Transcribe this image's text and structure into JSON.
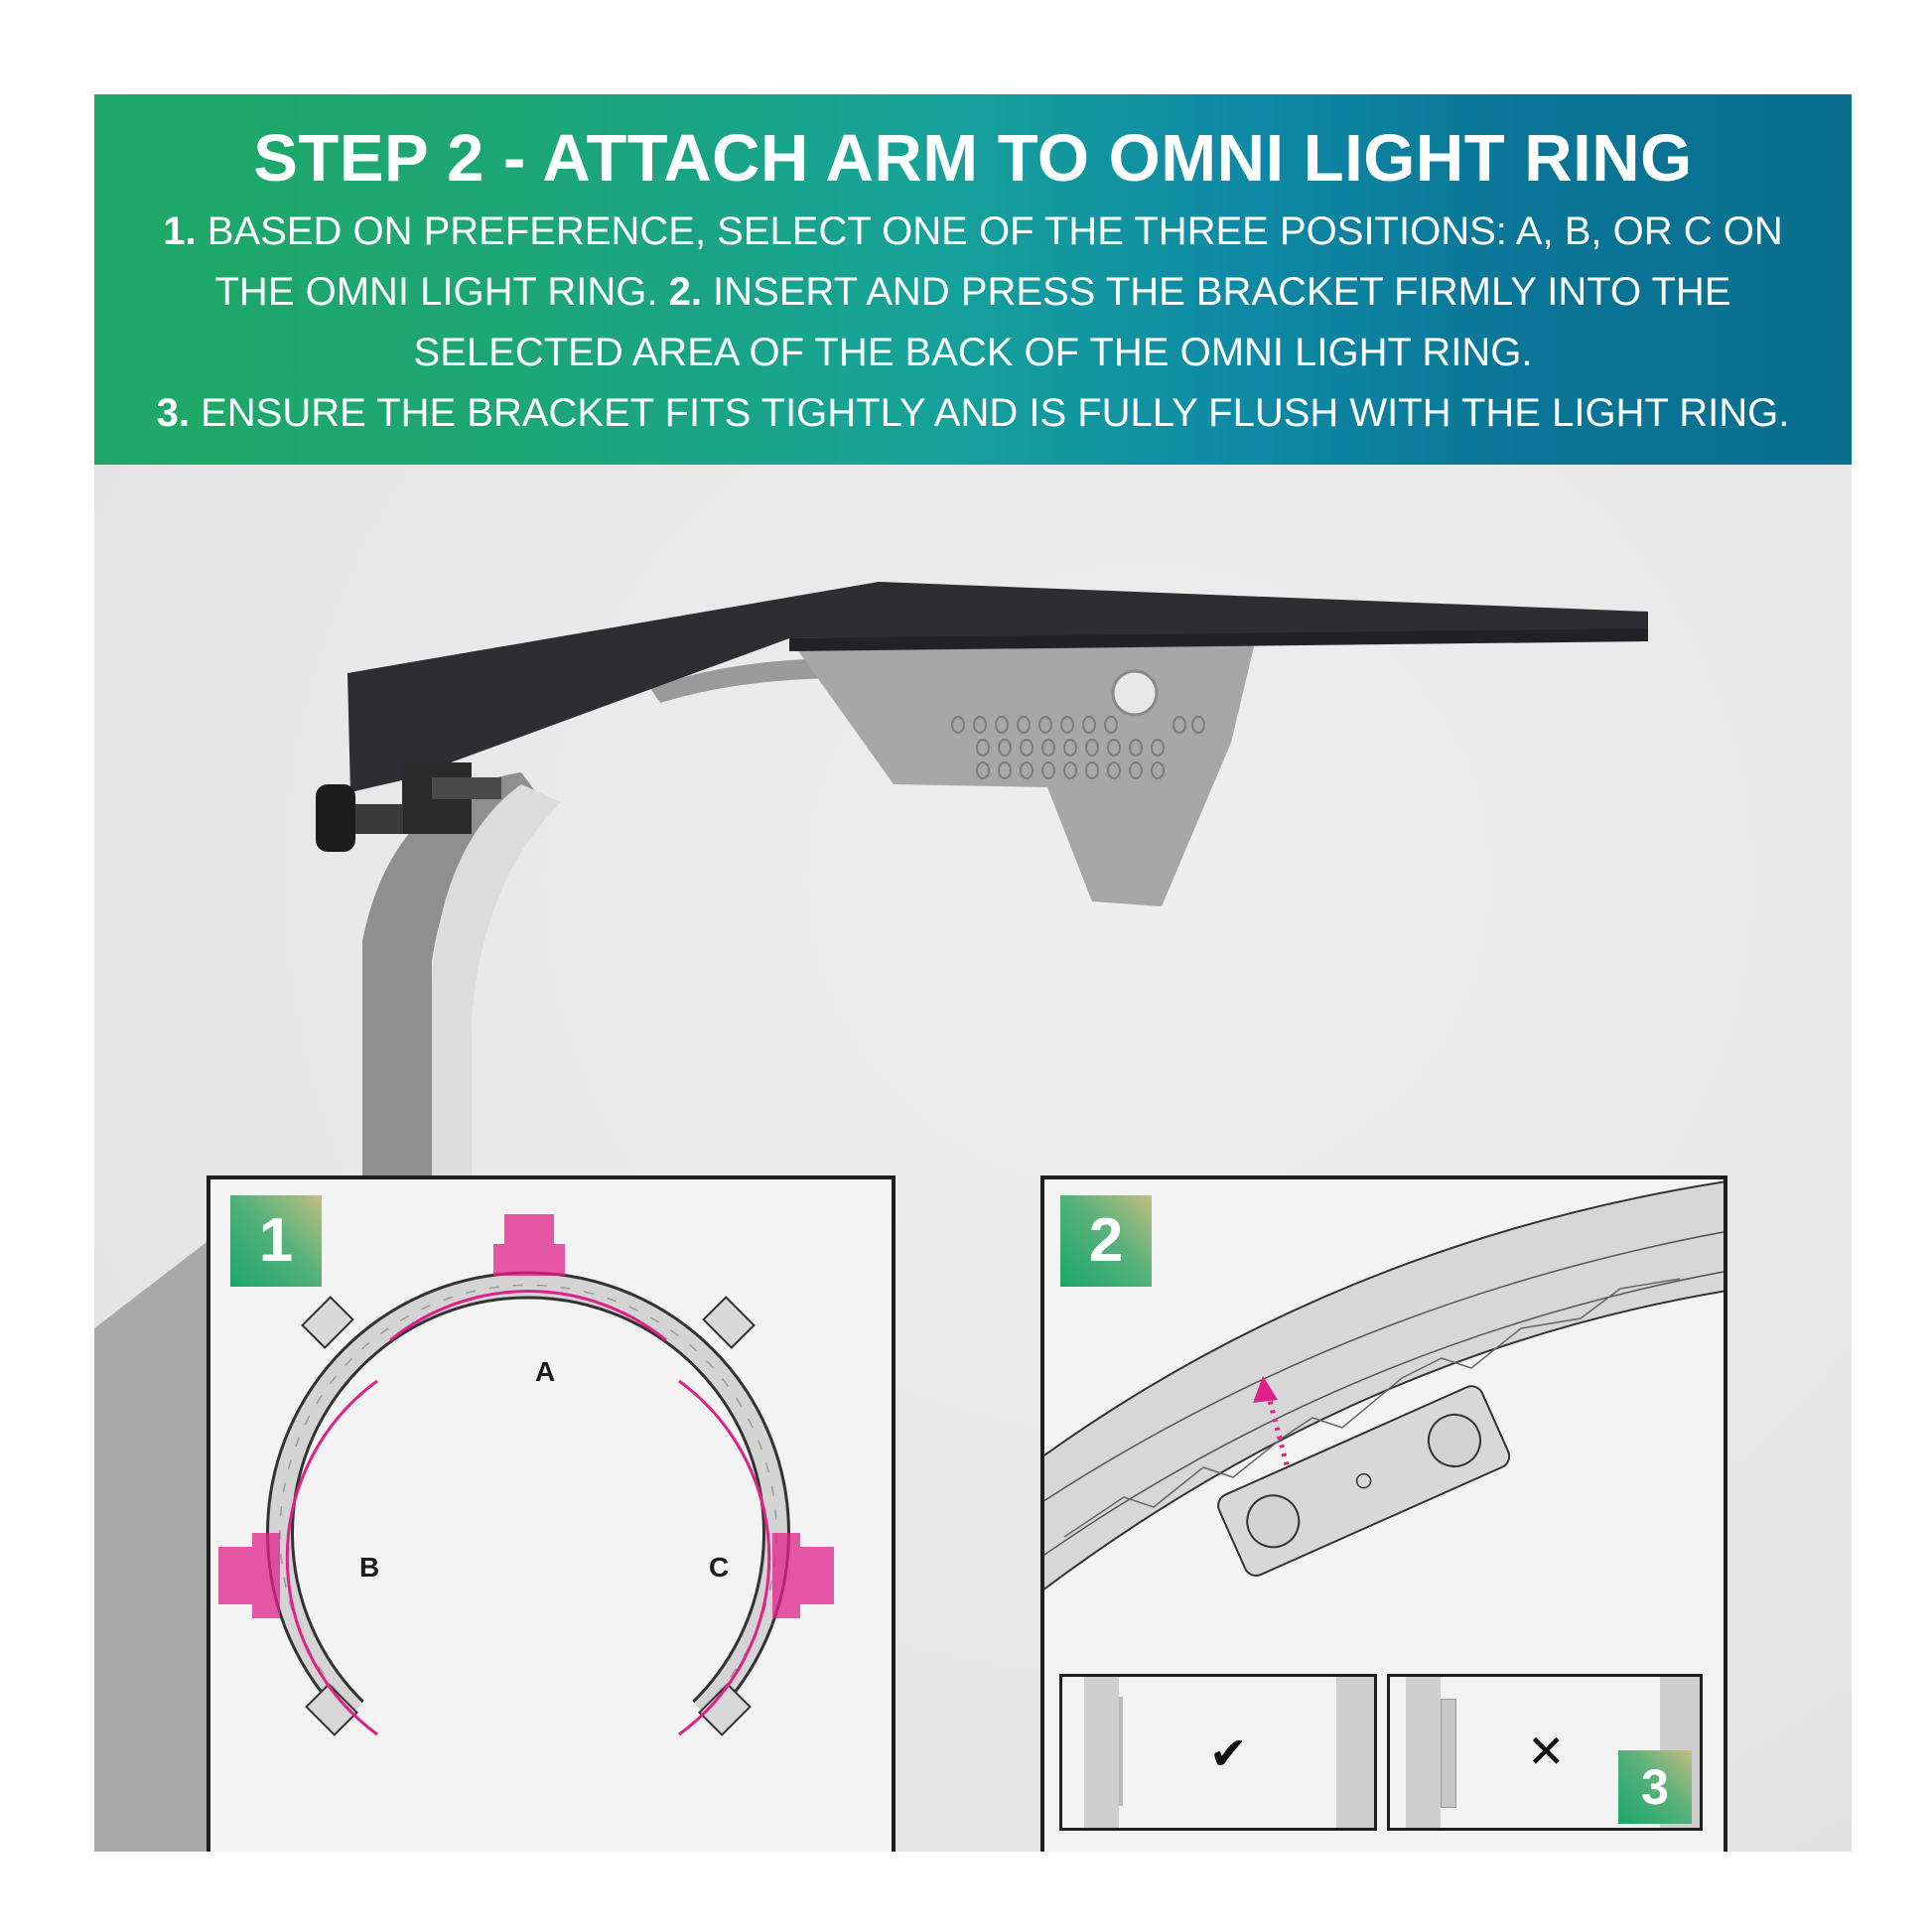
{
  "banner": {
    "title": "STEP 2 - ATTACH ARM TO OMNI LIGHT RING",
    "steps": [
      {
        "num": "1.",
        "text": " BASED ON PREFERENCE, SELECT ONE OF THE THREE POSITIONS: A, B, OR C ON"
      },
      {
        "text": "THE OMNI LIGHT RING. ",
        "num": "2.",
        "text2": " INSERT AND PRESS THE BRACKET FIRMLY INTO THE"
      },
      {
        "text": "SELECTED AREA OF THE BACK OF THE OMNI LIGHT RING."
      },
      {
        "num": "3.",
        "text": " ENSURE THE BRACKET FITS TIGHTLY AND IS FULLY FLUSH WITH THE LIGHT RING."
      }
    ],
    "colors": {
      "start": "#1fa865",
      "end": "#0a6f8e"
    }
  },
  "panel1": {
    "badge": "1",
    "positions": {
      "a": "A",
      "b": "B",
      "c": "C"
    },
    "highlight_color": "#e0218a"
  },
  "panel2": {
    "badge": "2",
    "arrow_color": "#e0218a"
  },
  "panel3": {
    "badge": "3",
    "correct_icon": "✔",
    "incorrect_icon": "✕"
  }
}
